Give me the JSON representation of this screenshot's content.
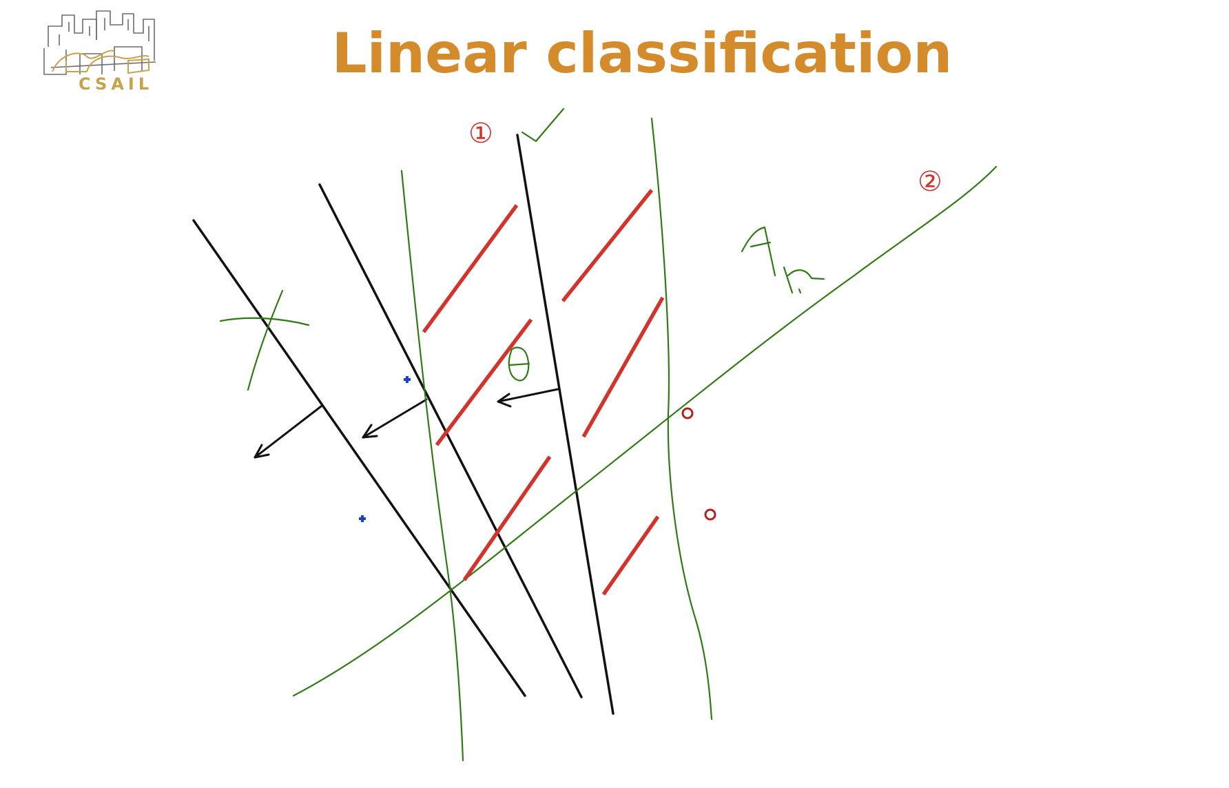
{
  "slide": {
    "title": "Linear classification",
    "logo_text": "CSAIL",
    "logo_icon": "csail-building-logo",
    "title_color": "#d48b2c"
  },
  "annotations": {
    "label_one": "①",
    "label_two": "②",
    "ink_colors": {
      "black": "#111111",
      "green": "#2f7a12",
      "red": "#d0342c",
      "blue": "#1a3fd6",
      "dark_red": "#b22222"
    }
  }
}
